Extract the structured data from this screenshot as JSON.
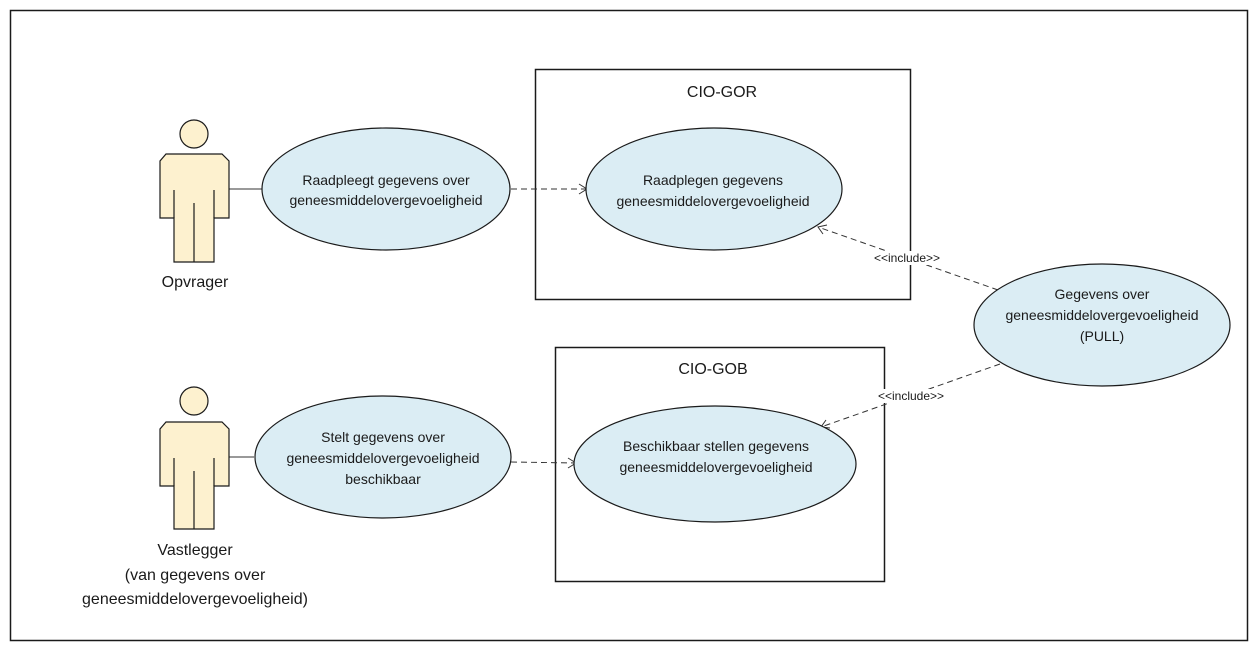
{
  "diagram": {
    "type": "UML use case diagram",
    "colors": {
      "usecase_fill": "#dbedf4",
      "actor_fill": "#fdf1cf",
      "stroke": "#1a1a1a"
    },
    "actors": [
      {
        "id": "opvrager",
        "label_lines": [
          "Opvrager"
        ]
      },
      {
        "id": "vastlegger",
        "label_lines": [
          "Vastlegger",
          "(van gegevens over",
          "geneesmiddelovergevoeligheid)"
        ]
      }
    ],
    "systems": [
      {
        "id": "cio-gor",
        "title": "CIO-GOR"
      },
      {
        "id": "cio-gob",
        "title": "CIO-GOB"
      }
    ],
    "use_cases": [
      {
        "id": "uc1",
        "lines": [
          "Raadpleegt gegevens over",
          "geneesmiddelovergevoeligheid"
        ]
      },
      {
        "id": "uc2",
        "lines": [
          "Raadplegen gegevens",
          "geneesmiddelovergevoeligheid"
        ]
      },
      {
        "id": "uc3",
        "lines": [
          "Gegevens over",
          "geneesmiddelovergevoeligheid",
          "(PULL)"
        ]
      },
      {
        "id": "uc4",
        "lines": [
          "Stelt gegevens over",
          "geneesmiddelovergevoeligheid",
          "beschikbaar"
        ]
      },
      {
        "id": "uc5",
        "lines": [
          "Beschikbaar stellen gegevens",
          "geneesmiddelovergevoeligheid"
        ]
      }
    ],
    "relations": [
      {
        "from": "opvrager",
        "to": "uc1",
        "kind": "association"
      },
      {
        "from": "vastlegger",
        "to": "uc4",
        "kind": "association"
      },
      {
        "from": "uc1",
        "to": "uc2",
        "kind": "dependency"
      },
      {
        "from": "uc4",
        "to": "uc5",
        "kind": "dependency"
      },
      {
        "from": "uc3",
        "to": "uc2",
        "kind": "include",
        "label": "<<include>>"
      },
      {
        "from": "uc3",
        "to": "uc5",
        "kind": "include",
        "label": "<<include>>"
      }
    ]
  }
}
